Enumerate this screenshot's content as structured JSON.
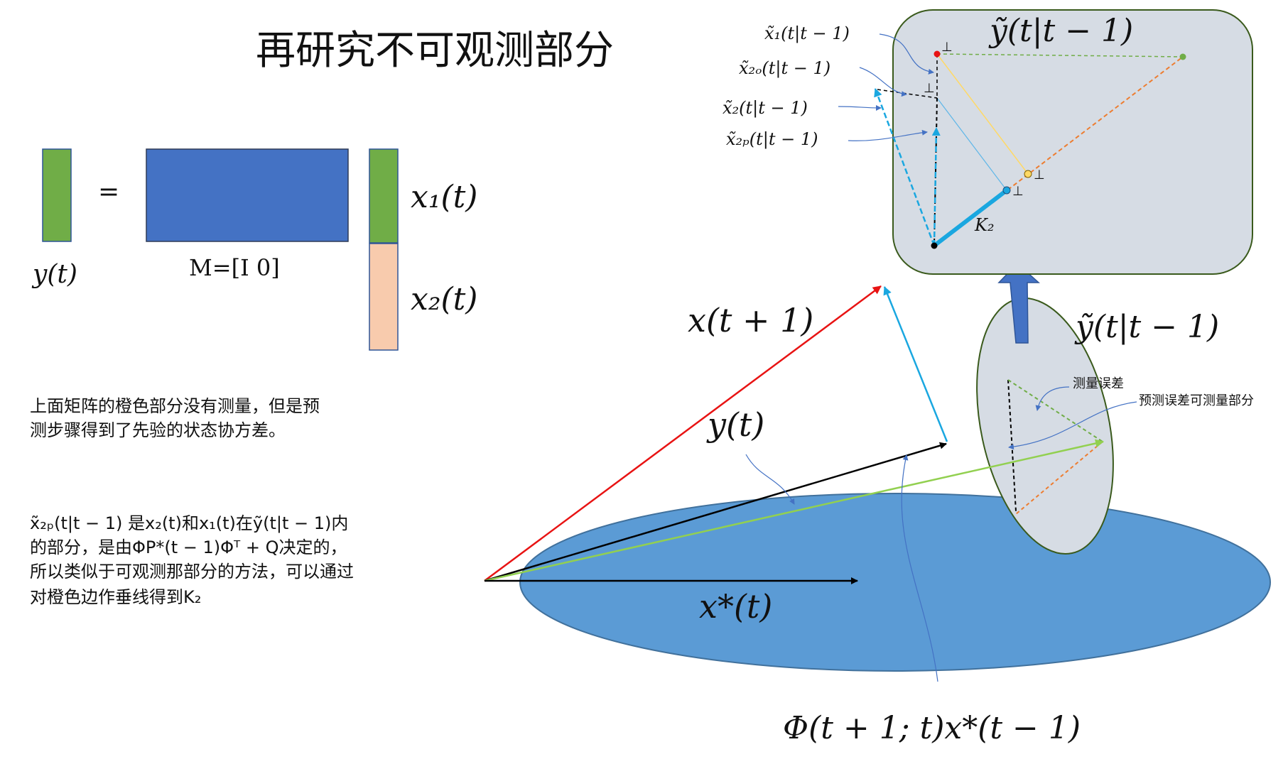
{
  "title": "再研究不可观测部分",
  "matrix": {
    "lhs_label": "y(t)",
    "equals": "=",
    "M_label": "M=[I    0]",
    "x1_label": "x₁(t)",
    "x2_label": "x₂(t)",
    "colors": {
      "green": "#70ad47",
      "blue": "#4472c4",
      "peach": "#f8cbad"
    }
  },
  "text": {
    "para1_line1": "上面矩阵的橙色部分没有测量，但是预",
    "para1_line2": "测步骤得到了先验的状态协方差。",
    "para2_line1": "x̃₂ₚ(t|t − 1) 是x₂(t)和x₁(t)在ỹ(t|t − 1)内",
    "para2_line2": "的部分，是由ΦP*(t − 1)Φᵀ + Q决定的，",
    "para2_line3": "所以类似于可观测那部分的方法，可以通过",
    "para2_line4": "对橙色边作垂线得到K₂"
  },
  "main_diagram": {
    "label_xt1": "x(t + 1)",
    "label_yt": "y(t)",
    "label_xstar": "x*(t)",
    "label_phi": "Φ(t + 1; t)x*(t − 1)",
    "plane_color": "#5b9bd5"
  },
  "small_ellipse": {
    "title": "ỹ(t|t − 1)",
    "label_meas_err": "测量误差",
    "label_pred_err": "预测误差可测量部分",
    "fill": "#d6dce4"
  },
  "zoom_box": {
    "title": "ỹ(t|t − 1)",
    "label_x1": "x̃₁(t|t − 1)",
    "label_x2o": "x̃₂ₒ(t|t − 1)",
    "label_x2": "x̃₂(t|t − 1)",
    "label_x2p": "x̃₂ₚ(t|t − 1)",
    "label_K2": "K₂",
    "perp": "⊥",
    "fill": "#d6dce4"
  }
}
